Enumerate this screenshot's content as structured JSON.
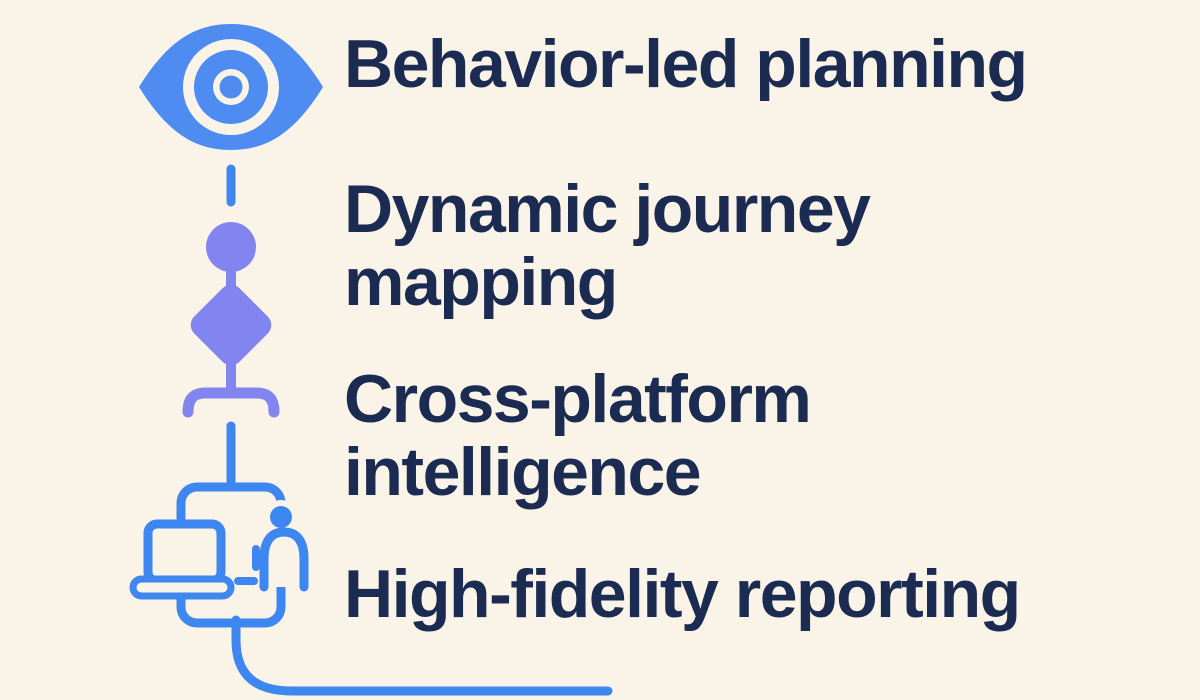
{
  "colors": {
    "background": "#FAF4E8",
    "text_navy": "#1C2B51",
    "eye_blue": "#4E8CF1",
    "line_blue": "#3E86F0",
    "node_indigo": "#8285EF"
  },
  "icons": [
    "eye-icon",
    "connector-dash",
    "circle-node-icon",
    "diamond-node-icon",
    "bracket-node-icon",
    "laptop-user-icon",
    "flow-curve"
  ],
  "features": [
    {
      "icon": "eye-icon",
      "lines": [
        "Behavior-led planning"
      ]
    },
    {
      "icon": "diamond-node-icon",
      "lines": [
        "Dynamic journey",
        "mapping"
      ]
    },
    {
      "icon": "bracket-node-icon",
      "lines": [
        "Cross-platform",
        "intelligence"
      ]
    },
    {
      "icon": "laptop-user-icon",
      "lines": [
        "High-fidelity reporting"
      ]
    }
  ]
}
